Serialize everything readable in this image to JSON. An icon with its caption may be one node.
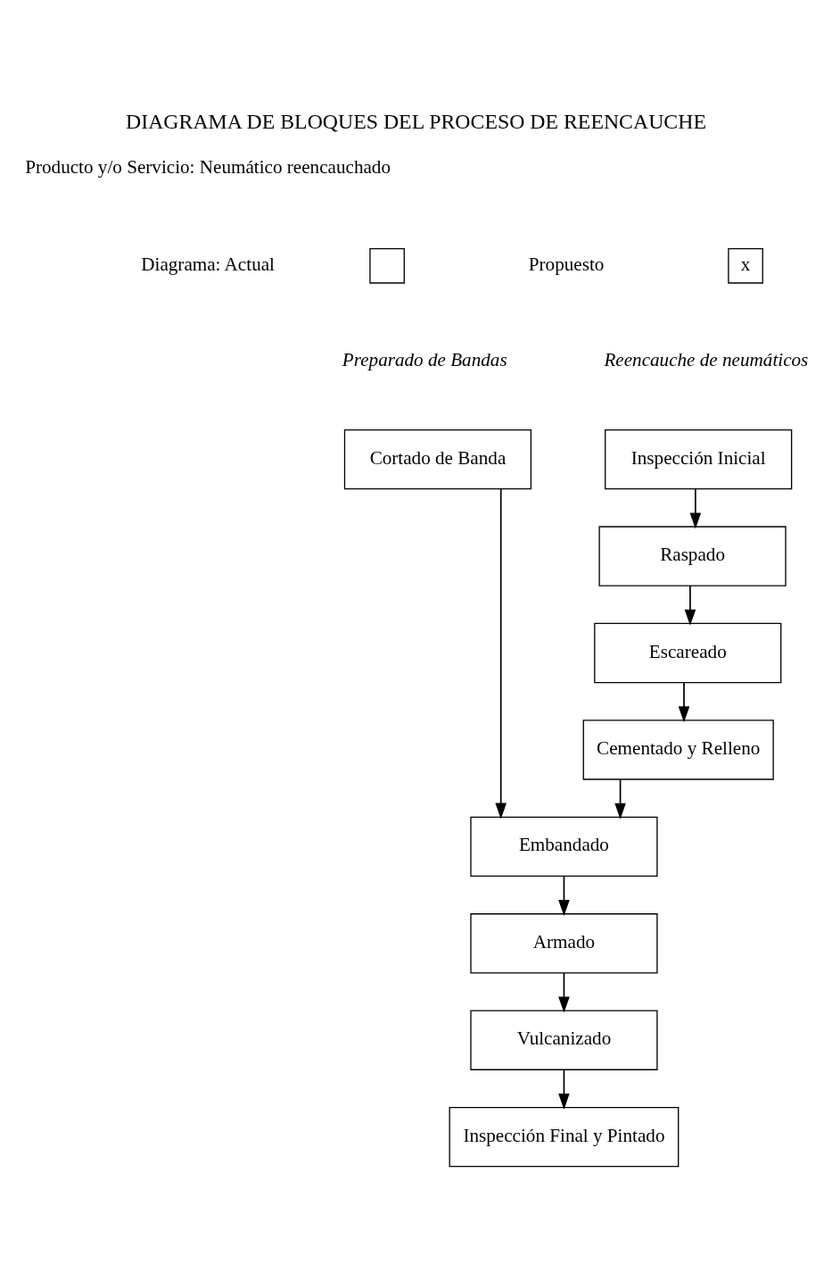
{
  "diagram": {
    "title": "DIAGRAMA DE BLOQUES DEL PROCESO DE REENCAUCHE",
    "nodes": [
      {
        "text": [
          "Cortado de Banda"
        ]
      },
      {
        "text": [
          "Inspección Inicial"
        ]
      },
      {
        "text": [
          "Raspado"
        ]
      },
      {
        "text": [
          "Escareado"
        ]
      },
      {
        "text": [
          "Cementado y Relleno"
        ]
      },
      {
        "text": [
          "Embandado"
        ]
      },
      {
        "text": [
          "Armado"
        ]
      },
      {
        "text": [
          "Vulcanizado"
        ]
      },
      {
        "text": [
          "Inspección Final y Pintado"
        ]
      },
      {
        "text": [],
        "shape": "box"
      },
      {
        "text": [
          "x"
        ]
      }
    ],
    "edges": [
      {
        "from": 1,
        "to": 2,
        "arrow": "to"
      },
      {
        "from": 2,
        "to": 3,
        "arrow": "to"
      },
      {
        "from": 3,
        "to": 4,
        "arrow": "to"
      },
      {
        "from": 0,
        "to": 5,
        "arrow": "to"
      },
      {
        "from": 4,
        "to": 5,
        "arrow": "to"
      },
      {
        "from": 5,
        "to": 6,
        "arrow": "to"
      },
      {
        "from": 6,
        "to": 7,
        "arrow": "to"
      },
      {
        "from": 7,
        "to": 8,
        "arrow": "to"
      }
    ],
    "labels": [
      "Producto y/o Servicio: Neumático reencauchado",
      "Diagrama: Actual",
      "Propuesto",
      "Preparado de Bandas",
      "Reencauche de neumáticos"
    ]
  }
}
